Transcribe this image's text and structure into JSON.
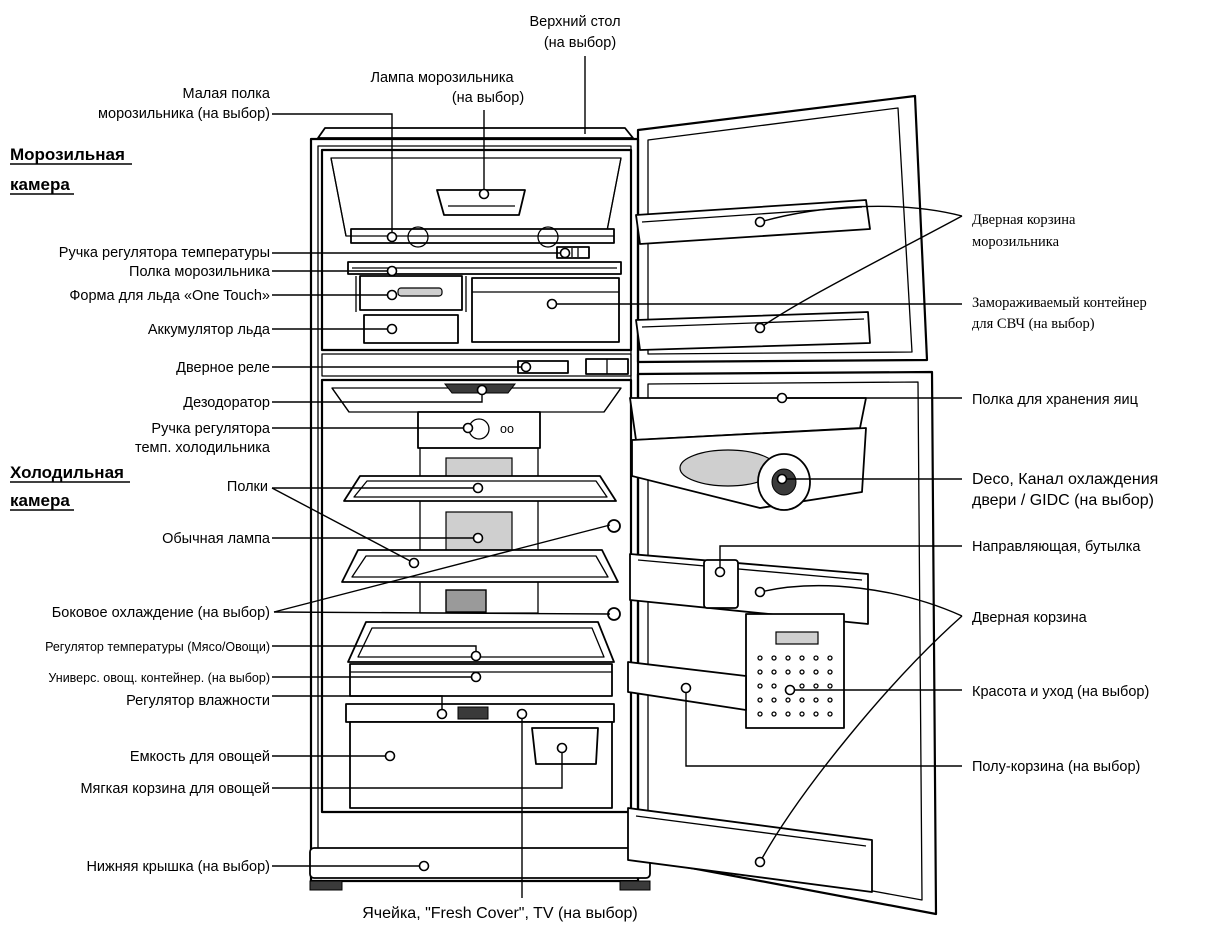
{
  "sections": {
    "freezer_line1": "Морозильная",
    "freezer_line2": "камера",
    "fridge_line1": "Холодильная",
    "fridge_line2": "камера"
  },
  "labels": {
    "top_table_l1": "Верхний стол",
    "top_table_l2": "(на выбор)",
    "freezer_lamp_l1": "Лампа морозильника",
    "freezer_lamp_l2": "(на выбор)",
    "small_shelf_l1": "Малая полка",
    "small_shelf_l2": "морозильника (на выбор)",
    "temp_knob": "Ручка регулятора температуры",
    "freezer_shelf": "Полка морозильника",
    "ice_tray": "Форма для льда «One Touch»",
    "ice_bank": "Аккумулятор льда",
    "door_relay": "Дверное реле",
    "deodorizer": "Дезодоратор",
    "fridge_knob_l1": "Ручка регулятора",
    "fridge_knob_l2": "темп. холодильника",
    "shelves": "Полки",
    "lamp": "Обычная лампа",
    "side_cooling": "Боковое охлаждение (на выбор)",
    "meat_veg": "Регулятор температуры (Мясо/Овощи)",
    "universal": "Универс. овощ. контейнер. (на выбор)",
    "humidity": "Регулятор влажности",
    "veg_box": "Емкость для овощей",
    "soft_basket": "Мягкая корзина для овощей",
    "bottom_cover": "Нижняя крышка (на выбор)",
    "fresh_cover": "Ячейка, \"Fresh Cover\", TV (на выбор)",
    "freezer_door_basket_l1": "Дверная корзина",
    "freezer_door_basket_l2": "морозильника",
    "microwave_l1": "Замораживаемый контейнер",
    "microwave_l2": "для СВЧ (на выбор)",
    "egg_shelf": "Полка для хранения яиц",
    "deco_l1": "Deco, Канал охлаждения",
    "deco_l2": "двери / GIDC (на выбор)",
    "bottle_guide": "Направляющая, бутылка",
    "door_basket": "Дверная корзина",
    "beauty": "Красота и уход (на выбор)",
    "half_basket": "Полу-корзина (на выбор)"
  }
}
